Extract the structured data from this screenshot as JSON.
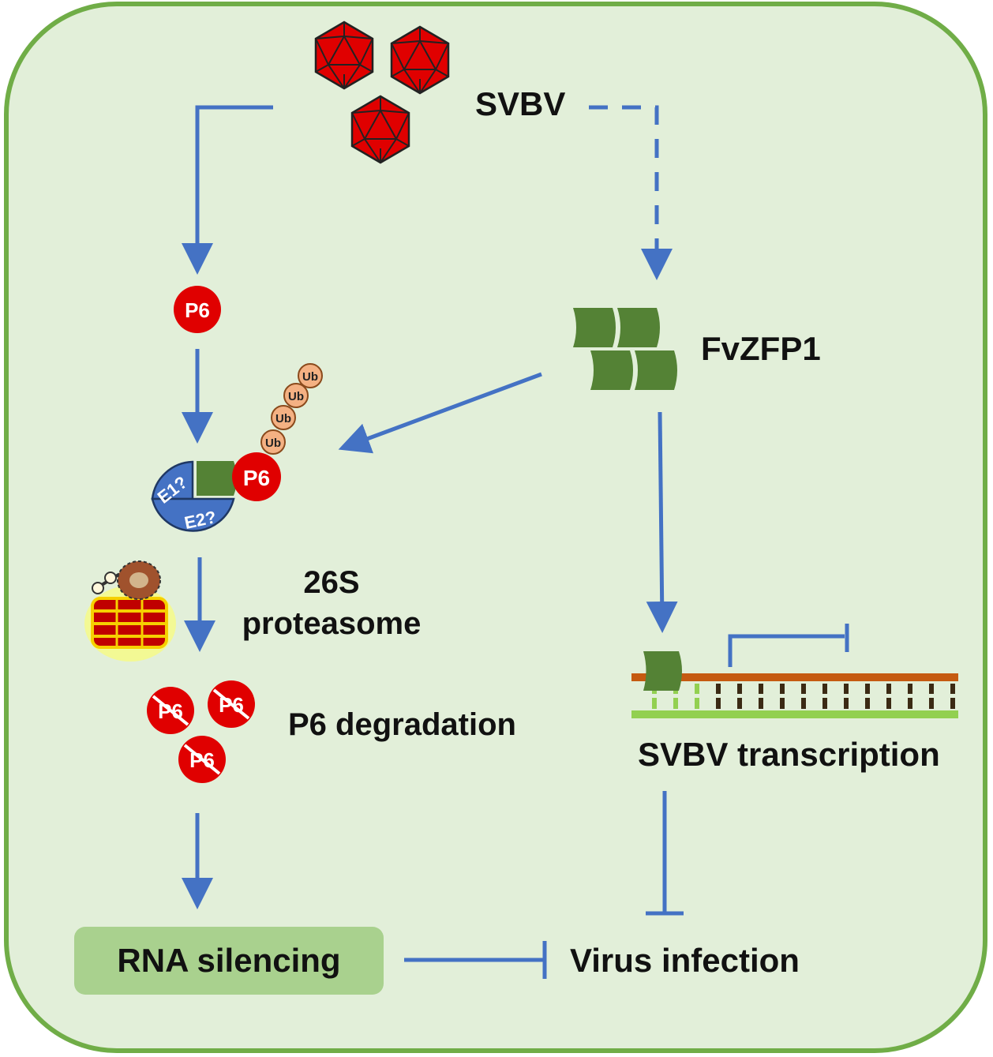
{
  "diagram": {
    "virus_label": "SVBV",
    "protein_label": "FvZFP1",
    "p6_label": "P6",
    "ubiquitin_label": "Ub",
    "e1_label": "E1?",
    "e2_label": "E2?",
    "proteasome_line1": "26S",
    "proteasome_line2": "proteasome",
    "degradation_label": "P6 degradation",
    "transcription_label": "SVBV transcription",
    "rna_silencing_label": "RNA silencing",
    "virus_infection_label": "Virus infection"
  },
  "colors": {
    "background": "#e2efd9",
    "border": "#70ad47",
    "arrow": "#4472c4",
    "virus_red": "#e00000",
    "zfp_green": "#548235",
    "rna_box": "#a9d18e",
    "e_enzyme_blue": "#4472c4",
    "ubiquitin": "#f4b183",
    "dna_orange": "#c55a11",
    "dna_green": "#92d050",
    "dna_rung": "#3b2a14"
  },
  "icons": [
    "icosahedral-virus-icon",
    "zinc-finger-protein-icon",
    "ubiquitin-chain-icon",
    "e1-e2-enzyme-icon",
    "proteasome-icon",
    "degraded-p6-icon",
    "dna-ladder-icon",
    "promoter-bracket-icon"
  ]
}
